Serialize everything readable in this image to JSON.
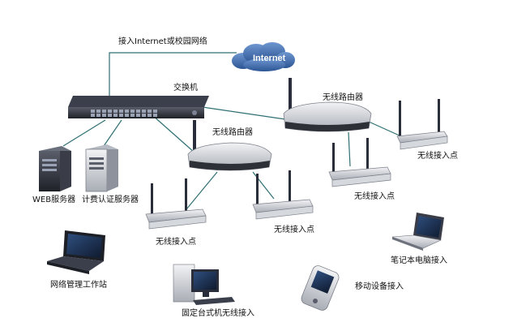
{
  "labels": {
    "uplink": "接入Internet或校园网络",
    "internet": "Internet",
    "switch": "交换机",
    "router_top": "无线路由器",
    "router_mid": "无线路由器",
    "ap_right": "无线接入点",
    "ap_center_right": "无线接入点",
    "ap_left": "无线接入点",
    "ap_center": "无线接入点",
    "web_server": "WEB服务器",
    "auth_server": "计费认证服务器",
    "laptop_right": "笔记本电脑接入",
    "mgmt_station": "网络管理工作站",
    "mobile": "移动设备接入",
    "desktop": "固定台式机无线接入"
  },
  "colors": {
    "cable": "#2f6f73",
    "device_dark": "#2a2d3a",
    "device_silver": "#c9ccd2",
    "cloud": "#3a67a6"
  }
}
